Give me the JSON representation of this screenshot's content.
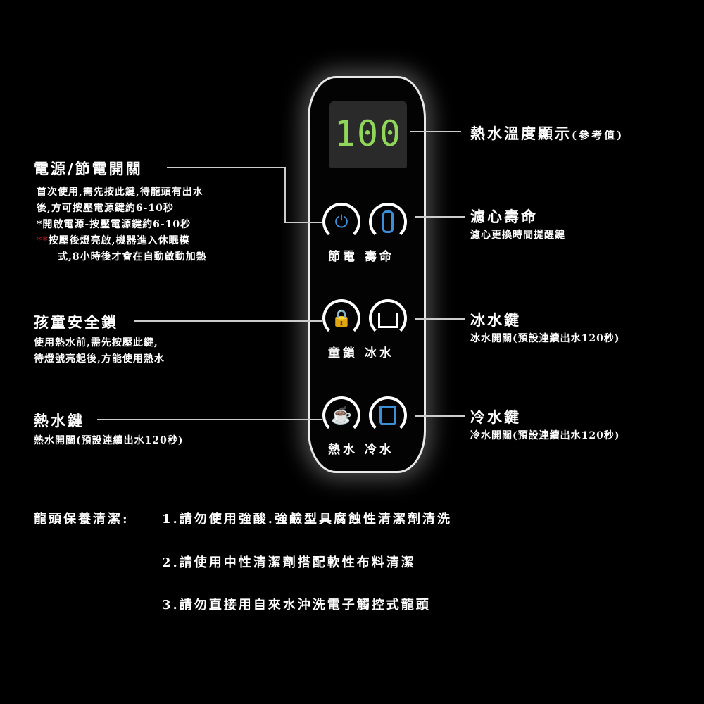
{
  "display": {
    "value": "100"
  },
  "buttons": [
    {
      "label": "節電",
      "icon": "power-icon",
      "color": "#3a8fd8"
    },
    {
      "label": "壽命",
      "icon": "filter-icon",
      "color": "#3a8fd8"
    },
    {
      "label": "童鎖",
      "icon": "lock-icon",
      "color": "#8bc34a"
    },
    {
      "label": "冰水",
      "icon": "ice-icon",
      "color": "#ffffff"
    },
    {
      "label": "熱水",
      "icon": "hot-cup-icon",
      "color": "#e0362a"
    },
    {
      "label": "冷水",
      "icon": "cup-icon",
      "color": "#3a8fd8"
    }
  ],
  "button_pairs": [
    "節電 壽命",
    "童鎖 冰水",
    "熱水 冷水"
  ],
  "left": {
    "power": {
      "title": "電源/節電開關",
      "lines": [
        "首次使用,需先按此鍵,待龍頭有出水",
        "後,方可按壓電源鍵約6-10秒",
        "*開啟電源-按壓電源鍵約6-10秒",
        "按壓後燈亮啟,機器進入休眠模",
        "式,8小時後才會在自動啟動加熱"
      ],
      "mark": "**"
    },
    "lock": {
      "title": "孩童安全鎖",
      "lines": [
        "使用熱水前,需先按壓此鍵,",
        "待燈號亮起後,方能使用熱水"
      ]
    },
    "hot": {
      "title": "熱水鍵",
      "lines": [
        "熱水開關(預設連續出水120秒)"
      ]
    }
  },
  "right": {
    "temp": {
      "title": "熱水溫度顯示",
      "suffix": "(參考值)"
    },
    "filter": {
      "title": "濾心壽命",
      "lines": [
        "濾心更換時間提醒鍵"
      ]
    },
    "ice": {
      "title": "冰水鍵",
      "lines": [
        "冰水開關(預設連續出水120秒)"
      ]
    },
    "cold": {
      "title": "冷水鍵",
      "lines": [
        "冷水開關(預設連續出水120秒)"
      ]
    }
  },
  "maintenance": {
    "title": "龍頭保養清潔:",
    "items": [
      "1.請勿使用強酸.強鹼型具腐蝕性清潔劑清洗",
      "2.請使用中性清潔劑搭配軟性布料清潔",
      "3.請勿直接用自來水沖洗電子觸控式龍頭"
    ]
  }
}
